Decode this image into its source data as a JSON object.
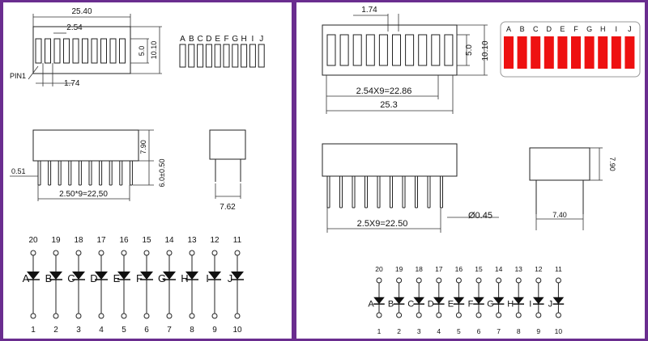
{
  "left": {
    "top_dims": {
      "overall_width": "25.40",
      "pitch": "2.54",
      "segment_width": "1.74",
      "segment_height": "5.0",
      "body_height": "10.10",
      "pin1_label": "PIN1"
    },
    "segment_letters": [
      "A",
      "B",
      "C",
      "D",
      "E",
      "F",
      "G",
      "H",
      "I",
      "J"
    ],
    "side_dims": {
      "body_height": "7.90",
      "pin_length": "6.0±0.50",
      "pin_thickness": "0.51",
      "pin_span": "2.50*9=22,50"
    },
    "end_dims": {
      "width": "7.62"
    },
    "schematic": {
      "top_pins": [
        "20",
        "19",
        "18",
        "17",
        "16",
        "15",
        "14",
        "13",
        "12",
        "11"
      ],
      "bottom_pins": [
        "1",
        "2",
        "3",
        "4",
        "5",
        "6",
        "7",
        "8",
        "9",
        "10"
      ],
      "labels": [
        "A",
        "B",
        "C",
        "D",
        "E",
        "F",
        "G",
        "H",
        "I",
        "J"
      ]
    }
  },
  "right": {
    "top_dims": {
      "segment_width": "1.74",
      "segment_height": "5.0",
      "body_height": "10.10",
      "pitch_formula": "2.54X9=22.86",
      "overall_width": "25.3"
    },
    "segment_letters": [
      "A",
      "B",
      "C",
      "D",
      "E",
      "F",
      "G",
      "H",
      "I",
      "J"
    ],
    "led_color": "#ee1111",
    "side_dims": {
      "pin_span": "2.5X9=22.50",
      "pin_diameter": "Ø0.45"
    },
    "end_dims": {
      "height": "7.90",
      "width": "7.40"
    },
    "schematic": {
      "top_pins": [
        "20",
        "19",
        "18",
        "17",
        "16",
        "15",
        "14",
        "13",
        "12",
        "11"
      ],
      "bottom_pins": [
        "1",
        "2",
        "3",
        "4",
        "5",
        "6",
        "7",
        "8",
        "9",
        "10"
      ],
      "labels": [
        "A",
        "B",
        "C",
        "D",
        "E",
        "F",
        "G",
        "H",
        "I",
        "J"
      ]
    }
  }
}
